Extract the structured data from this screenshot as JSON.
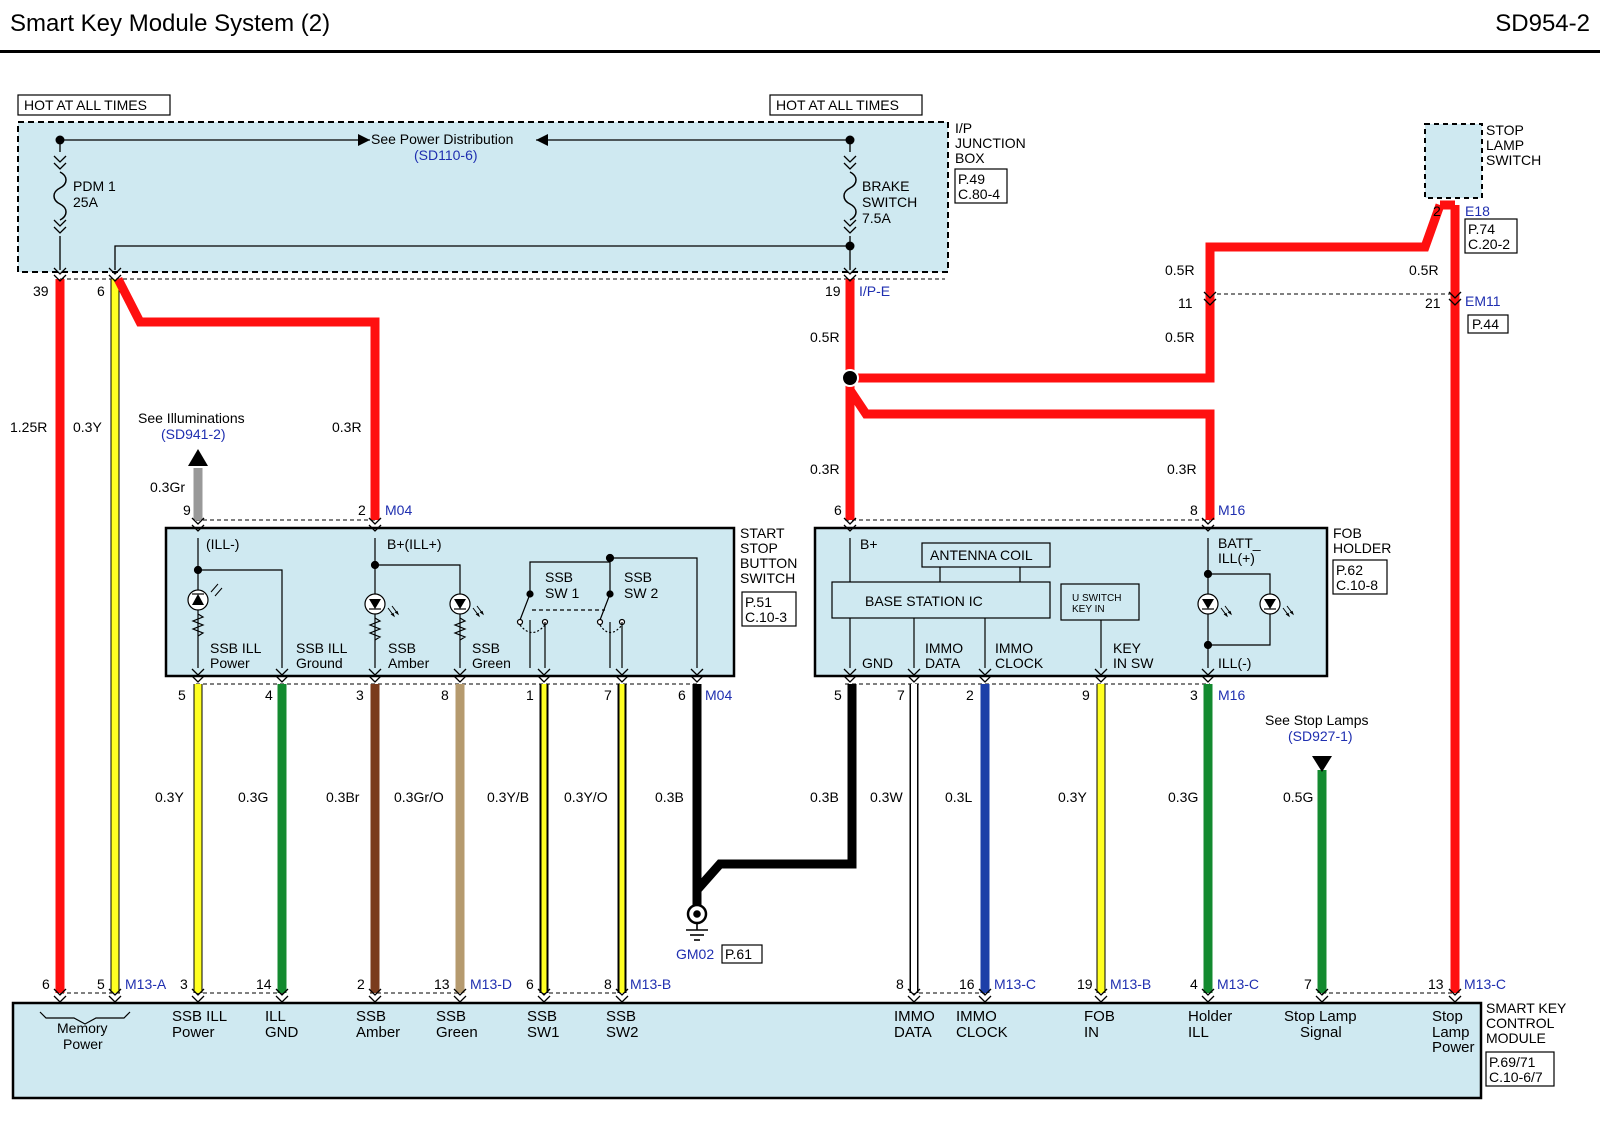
{
  "header": {
    "title": "Smart Key Module System (2)",
    "code": "SD954-2"
  },
  "colors": {
    "red": "#ff1010",
    "yellow": "#ffff22",
    "green": "#138a2f",
    "brown": "#7a3b1c",
    "tan": "#b59a6e",
    "gray": "#999999",
    "blue": "#1c3fa8",
    "black": "#000000",
    "white": "#ffffff",
    "box_fill": "#cfe9f1",
    "ref_text": "#1f2fb0"
  },
  "junction_box": {
    "hot_left": "HOT AT ALL TIMES",
    "hot_right": "HOT AT ALL TIMES",
    "name": [
      "I/P",
      "JUNCTION",
      "BOX"
    ],
    "ref": [
      "P.49",
      "C.80-4"
    ],
    "power_dist": "See Power Distribution",
    "power_dist_ref": "(SD110-6)",
    "fuse1": [
      "PDM 1",
      "25A"
    ],
    "fuse2": [
      "BRAKE",
      "SWITCH",
      "7.5A"
    ],
    "pins": [
      "39",
      "6",
      "19"
    ],
    "connector": "I/P-E"
  },
  "stop_lamp_switch": {
    "name": [
      "STOP",
      "LAMP",
      "SWITCH"
    ],
    "pin": "2",
    "connector": "E18",
    "ref": [
      "P.74",
      "C.20-2"
    ]
  },
  "em11": {
    "pin_left": "11",
    "pin_right": "21",
    "connector": "EM11",
    "ref": "P.44"
  },
  "wires": {
    "w1": "1.25R",
    "w2": "0.3Y",
    "w3": "0.3R",
    "w4": "0.5R",
    "w5": "0.3R",
    "w6": "0.3R",
    "w7a": "0.5R",
    "w7b": "0.5R",
    "w8a": "0.5R",
    "w8b": "0.5R",
    "w9": "0.3Gr",
    "b1": "0.3Y",
    "b2": "0.3G",
    "b3": "0.3Br",
    "b4": "0.3Gr/O",
    "b5": "0.3Y/B",
    "b6": "0.3Y/O",
    "b7": "0.3B",
    "b8": "0.3B",
    "b9": "0.3W",
    "b10": "0.3L",
    "b11": "0.3Y",
    "b12": "0.3G",
    "b13": "0.5G",
    "b14": "0.5R"
  },
  "illum": {
    "label": "See Illuminations",
    "ref": "(SD941-2)"
  },
  "start_stop": {
    "name": [
      "START",
      "STOP",
      "BUTTON",
      "SWITCH"
    ],
    "ref": [
      "P.51",
      "C.10-3"
    ],
    "top_pins": [
      "9",
      "2"
    ],
    "connector": "M04",
    "ill_minus": "(ILL-)",
    "b_plus_ill": "B+(ILL+)",
    "sw1": [
      "SSB",
      "SW 1"
    ],
    "sw2": [
      "SSB",
      "SW 2"
    ],
    "labels": [
      [
        "SSB ILL",
        "Power"
      ],
      [
        "SSB ILL",
        "Ground"
      ],
      [
        "SSB",
        "Amber"
      ],
      [
        "SSB",
        "Green"
      ]
    ],
    "bottom_pins": [
      "5",
      "4",
      "3",
      "8",
      "1",
      "7",
      "6"
    ],
    "bottom_connector": "M04"
  },
  "fob_holder": {
    "name": [
      "FOB",
      "HOLDER"
    ],
    "ref": [
      "P.62",
      "C.10-8"
    ],
    "top_pins": [
      "6",
      "8"
    ],
    "connector": "M16",
    "b_plus": "B+",
    "antenna": "ANTENNA COIL",
    "base_station": "BASE STATION IC",
    "u_switch": [
      "U SWITCH",
      "KEY IN"
    ],
    "batt_ill": [
      "BATT_",
      "ILL(+)"
    ],
    "labels": [
      [
        "GND"
      ],
      [
        "IMMO",
        "DATA"
      ],
      [
        "IMMO",
        "CLOCK"
      ],
      [
        "KEY",
        "IN SW"
      ],
      [
        "ILL(-)"
      ]
    ],
    "bottom_pins": [
      "5",
      "7",
      "2",
      "9",
      "3"
    ],
    "bottom_connector": "M16"
  },
  "ground": {
    "name": "GM02",
    "ref": "P.61"
  },
  "stop_lamps": {
    "label": "See Stop Lamps",
    "ref": "(SD927-1)"
  },
  "module": {
    "name": [
      "SMART KEY",
      "CONTROL",
      "MODULE"
    ],
    "ref": [
      "P.69/71",
      "C.10-6/7"
    ],
    "pins": [
      "6",
      "5",
      "3",
      "14",
      "2",
      "13",
      "6",
      "8",
      "8",
      "16",
      "19",
      "4",
      "7",
      "13"
    ],
    "conn_a": "M13-A",
    "conn_d": "M13-D",
    "conn_b1": "M13-B",
    "conn_c1": "M13-C",
    "conn_b2": "M13-B",
    "conn_c2": "M13-C",
    "conn_c3": "M13-C",
    "labels": [
      [
        "Memory",
        "Power"
      ],
      [
        "SSB ILL",
        "Power"
      ],
      [
        "ILL",
        "GND"
      ],
      [
        "SSB",
        "Amber"
      ],
      [
        "SSB",
        "Green"
      ],
      [
        "SSB",
        "SW1"
      ],
      [
        "SSB",
        "SW2"
      ],
      [
        "IMMO",
        "DATA"
      ],
      [
        "IMMO",
        "CLOCK"
      ],
      [
        "FOB",
        "IN"
      ],
      [
        "Holder",
        "ILL"
      ],
      [
        "Stop Lamp",
        "Signal"
      ],
      [
        "Stop",
        "Lamp",
        "Power"
      ]
    ]
  }
}
